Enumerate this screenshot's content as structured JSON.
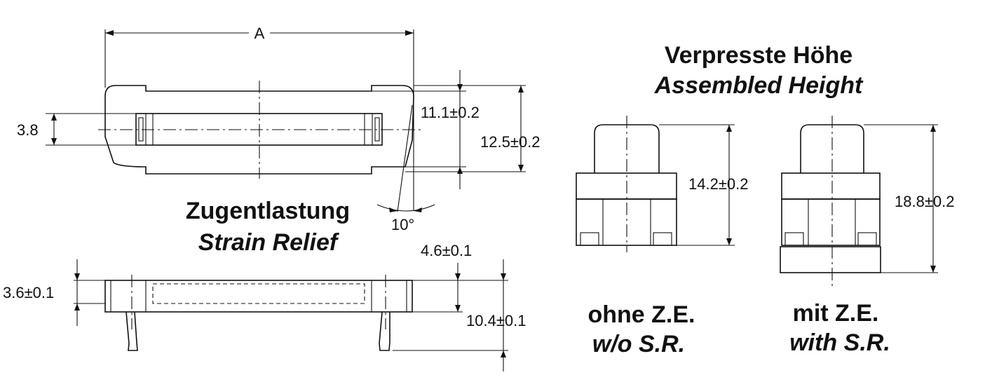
{
  "dims": {
    "a": "A",
    "d38": "3.8",
    "d111": "11.1±0.2",
    "d125": "12.5±0.2",
    "ang": "10°",
    "d46": "4.6±0.1",
    "d36": "3.6±0.1",
    "d104": "10.4±0.1",
    "d142": "14.2±0.2",
    "d188": "18.8±0.2"
  },
  "labels": {
    "strain_de": "Zugentlastung",
    "strain_en": "Strain Relief",
    "height_de": "Verpresste Höhe",
    "height_en": "Assembled Height",
    "without_de": "ohne Z.E.",
    "without_en": "w/o S.R.",
    "with_de": "mit Z.E.",
    "with_en": "with S.R."
  }
}
